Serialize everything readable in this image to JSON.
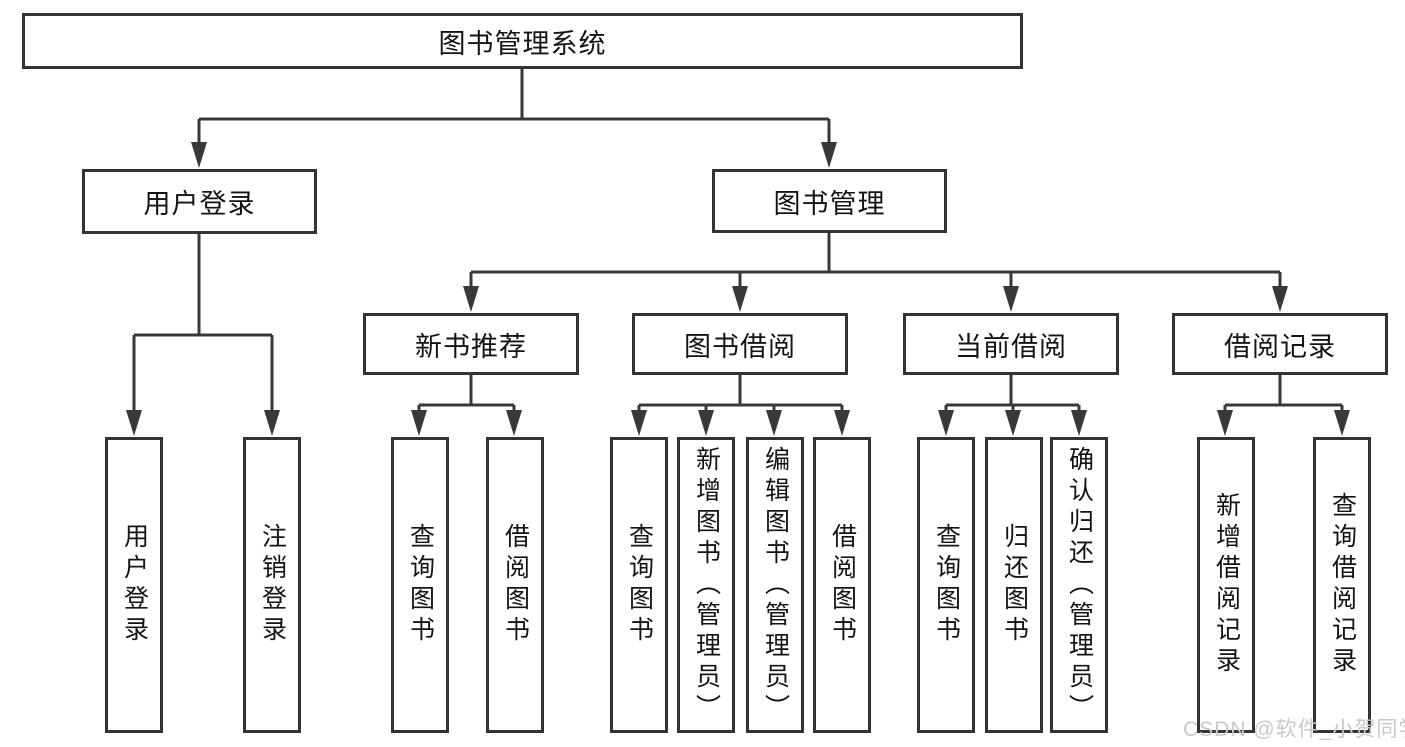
{
  "tree": {
    "root": {
      "label": "图书管理系统"
    },
    "level1": [
      {
        "label": "用户登录",
        "children": [
          {
            "label": "用户登录"
          },
          {
            "label": "注销登录"
          }
        ]
      },
      {
        "label": "图书管理",
        "children": [
          {
            "label": "新书推荐",
            "children": [
              {
                "label": "查询图书"
              },
              {
                "label": "借阅图书"
              }
            ]
          },
          {
            "label": "图书借阅",
            "children": [
              {
                "label": "查询图书"
              },
              {
                "label": "新增图书（管理员）"
              },
              {
                "label": "编辑图书（管理员）"
              },
              {
                "label": "借阅图书"
              }
            ]
          },
          {
            "label": "当前借阅",
            "children": [
              {
                "label": "查询图书"
              },
              {
                "label": "归还图书"
              },
              {
                "label": "确认归还（管理员）"
              }
            ]
          },
          {
            "label": "借阅记录",
            "children": [
              {
                "label": "新增借阅记录"
              },
              {
                "label": "查询借阅记录"
              }
            ]
          }
        ]
      }
    ]
  },
  "watermark": {
    "text": "CSDN @软件_小贺同学"
  },
  "colors": {
    "line": "#383838",
    "box_border": "#333333",
    "text": "#141414",
    "watermark": "#c9c9c9",
    "background": "#ffffff"
  }
}
